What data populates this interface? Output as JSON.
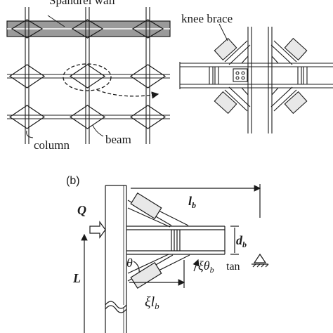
{
  "top": {
    "spandrel_label": "Spandrel wall",
    "knee_brace_label": "knee brace",
    "column_label": "column",
    "beam_label": "beam"
  },
  "bottom": {
    "panel_label": "(b)",
    "Q": "Q",
    "L": "L",
    "lb_main": "l",
    "lb_sub": "b",
    "db_main": "d",
    "db_sub": "b",
    "theta": "θ",
    "xi_theta_main": "ξθ",
    "xi_theta_sub": "b",
    "tan": "tan",
    "xi_lb_main": "ξl",
    "xi_lb_sub": "b"
  },
  "colors": {
    "line": "#1a1a1a",
    "spandrel_fill": "#9a9a9a",
    "brace_fill": "#e8e8e8"
  }
}
